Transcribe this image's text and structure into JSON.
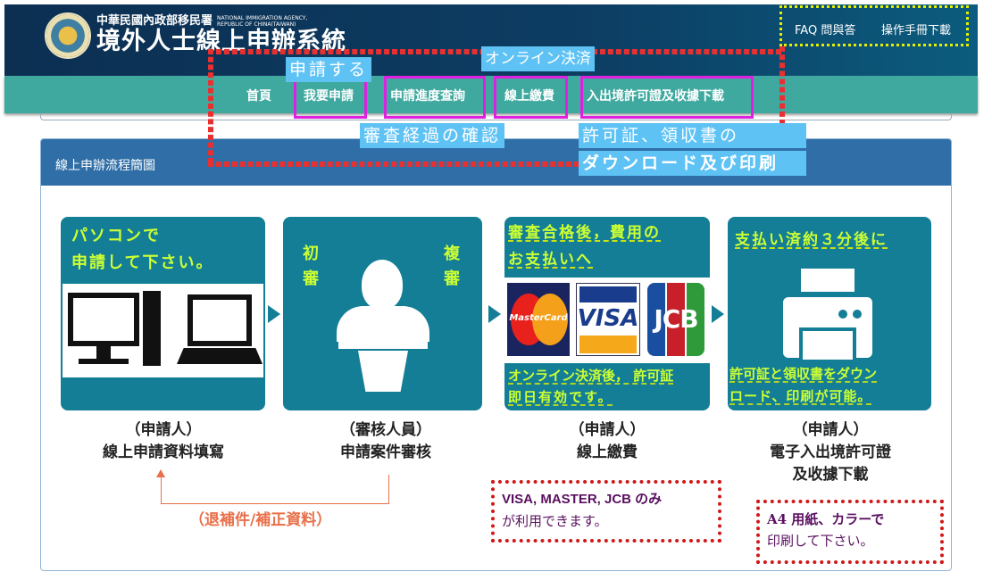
{
  "header": {
    "org_name": "中華民國內政部移民署",
    "org_name_en": "NATIONAL IMMIGRATION AGENCY, REPUBLIC OF CHINA(TAIWAN)",
    "system_title": "境外人士線上申辦系統",
    "links": [
      "FAQ 問與答",
      "操作手冊下載"
    ]
  },
  "nav": {
    "items": [
      "首頁",
      "我要申請",
      "申請進度查詢",
      "線上繳費",
      "入出境許可證及收據下載"
    ]
  },
  "annotations": {
    "apply": "申請する",
    "online_payment": "オンライン決済",
    "check_progress": "審査経過の確認",
    "download_line1": "許可証、領収書の",
    "download_line2": "ダウンロード及び印刷"
  },
  "panel": {
    "title": "線上申辦流程簡圖"
  },
  "steps": [
    {
      "note": [
        "パソコンで",
        "申請して下さい。"
      ],
      "role": "（申請人）",
      "label": "線上申請資料填寫"
    },
    {
      "left": "初審",
      "right": "複審",
      "role": "（審核人員）",
      "label": "申請案件審核"
    },
    {
      "note_top": [
        "審査合格後，費用の",
        "お支払いへ"
      ],
      "cards": [
        "MasterCard",
        "VISA",
        "JCB"
      ],
      "note_bottom": [
        "オンライン決済後， 許可証",
        "即日有効です。"
      ],
      "role": "（申請人）",
      "label": "線上繳費"
    },
    {
      "note_top": "支払い済約３分後に",
      "note_bottom": [
        "許可証と領収書をダウン",
        "ロード、印刷が可能。"
      ],
      "role": "（申請人）",
      "label": [
        "電子入出境許可證",
        "及收據下載"
      ]
    }
  ],
  "return_label": "（退補件/補正資料）",
  "callouts": {
    "cards": [
      "VISA, MASTER, JCB のみ",
      "が利用できます。"
    ],
    "print": [
      "A4 用紙、カラーで",
      "印刷して下さい。"
    ]
  },
  "colors": {
    "header": "#0c2f52",
    "nav": "#3fa99f",
    "card": "#137e96",
    "panel_head": "#2f6ea6"
  }
}
